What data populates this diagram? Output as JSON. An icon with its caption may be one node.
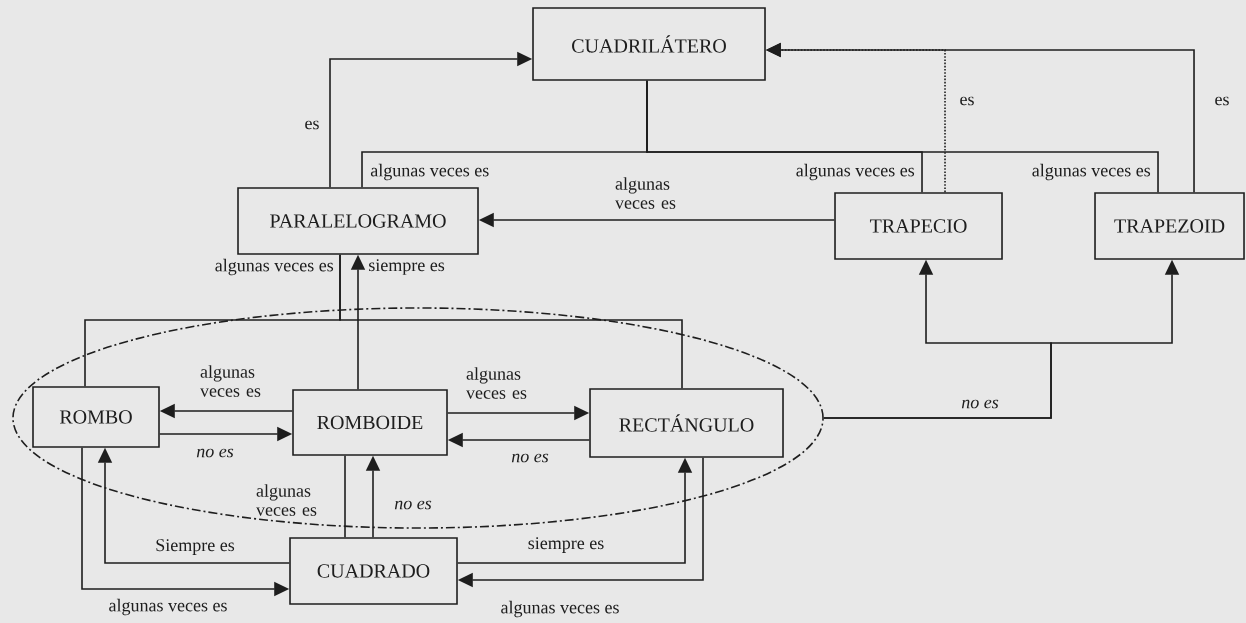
{
  "diagram": {
    "nodes": [
      {
        "text": [
          "CUADRILÁTERO"
        ]
      },
      {
        "text": [
          "PARALELOGRAMO"
        ]
      },
      {
        "text": [
          "TRAPECIO"
        ]
      },
      {
        "text": [
          "TRAPEZOID"
        ]
      },
      {
        "text": [],
        "shape": "ellipse"
      },
      {
        "text": [
          "ROMBO"
        ],
        "in": 4
      },
      {
        "text": [
          "ROMBOIDE"
        ],
        "in": 4
      },
      {
        "text": [
          "RECTÁNGULO"
        ],
        "in": 4
      },
      {
        "text": [
          "CUADRADO"
        ]
      }
    ],
    "edges": [
      {
        "from": 1,
        "to": 0,
        "arrow": "to",
        "label": "es"
      },
      {
        "from": 0,
        "to": 1,
        "arrow": "none",
        "label": "algunas veces es"
      },
      {
        "from": 0,
        "to": 2,
        "arrow": "none",
        "label": "algunas veces es"
      },
      {
        "from": 0,
        "to": 3,
        "arrow": "none",
        "label": "algunas veces es"
      },
      {
        "from": 2,
        "to": 0,
        "arrow": "to",
        "label": "es",
        "style": "dashed"
      },
      {
        "from": 3,
        "to": 0,
        "arrow": "to",
        "label": "es"
      },
      {
        "from": 2,
        "to": 1,
        "arrow": "to",
        "label": "algunas veces es"
      },
      {
        "from": 6,
        "to": 1,
        "arrow": "to",
        "label": "siempre es"
      },
      {
        "from": 5,
        "to": 1,
        "arrow": "none",
        "label": "algunas veces es"
      },
      {
        "from": 7,
        "to": 1,
        "arrow": "none"
      },
      {
        "from": 6,
        "to": 5,
        "arrow": "to",
        "label": "algunas veces es"
      },
      {
        "from": 5,
        "to": 6,
        "arrow": "to",
        "label": "*no es*"
      },
      {
        "from": 6,
        "to": 7,
        "arrow": "to",
        "label": "algunas veces es"
      },
      {
        "from": 7,
        "to": 6,
        "arrow": "to",
        "label": "*no es*"
      },
      {
        "from": 8,
        "to": 6,
        "arrow": "none",
        "label": "algunas veces es"
      },
      {
        "from": 8,
        "to": 6,
        "arrow": "to",
        "label": "*no es*"
      },
      {
        "from": 8,
        "to": 5,
        "arrow": "to",
        "label": "Siempre es"
      },
      {
        "from": 5,
        "to": 8,
        "arrow": "to",
        "label": "algunas veces es"
      },
      {
        "from": 8,
        "to": 7,
        "arrow": "to",
        "label": "siempre es"
      },
      {
        "from": 7,
        "to": 8,
        "arrow": "to",
        "label": "algunas veces es"
      },
      {
        "from": 4,
        "to": 2,
        "arrow": "to",
        "label": "*no es*"
      },
      {
        "from": 4,
        "to": 3,
        "arrow": "to"
      }
    ]
  }
}
